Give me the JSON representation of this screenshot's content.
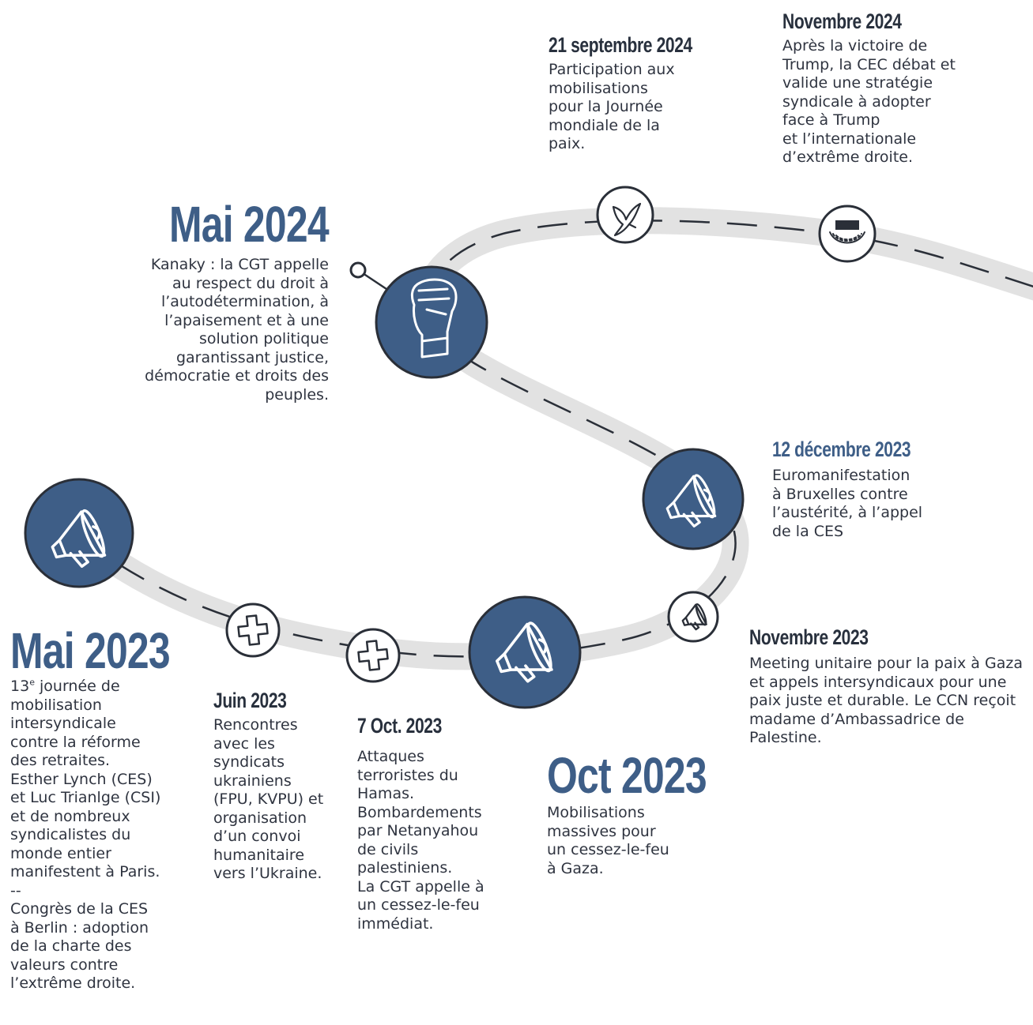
{
  "colors": {
    "road": "#e2e2e2",
    "dash": "#2a2f38",
    "accent_blue": "#3e5e87",
    "text": "#2f3440"
  },
  "events": {
    "sep2024": {
      "date": "21 septembre 2024",
      "text": "Participation aux\nmobilisations\npour la Journée\nmondiale de la\npaix.",
      "icon": "dove-icon"
    },
    "nov2024": {
      "date": "Novembre 2024",
      "text": "Après la victoire de\nTrump, la CEC débat et\nvalide une stratégie\nsyndicale à adopter\nface à Trump\net l’internationale\nd’extrême droite.",
      "icon": "parliament-icon"
    },
    "mai2024": {
      "date": "Mai 2024",
      "text": "Kanaky : la CGT appelle\nau respect du droit à\nl’autodétermination, à\nl’apaisement et à une\nsolution politique\ngarantissant justice,\ndémocratie et droits des\npeuples.",
      "icon": "raised-fist-icon"
    },
    "dec2023": {
      "date": "12 décembre 2023",
      "text": "Euromanifestation\nà Bruxelles contre\nl’austérité, à l’appel\nde la CES",
      "icon": "megaphone-icon"
    },
    "nov2023": {
      "date": "Novembre 2023",
      "text": "Meeting unitaire pour la paix à Gaza\net appels intersyndicaux pour une\npaix juste et durable. Le CCN reçoit\nmadame d’Ambassadrice de\nPalestine.",
      "icon": "megaphone-icon"
    },
    "mai2023": {
      "date": "Mai 2023",
      "ordinal_num": "13",
      "ordinal_sup": "e",
      "text": " journée de\nmobilisation\nintersyndicale\ncontre la réforme\ndes retraites.\nEsther Lynch (CES)\net Luc Trianlge (CSI)\net de nombreux\nsyndicalistes du\nmonde entier\nmanifestent à Paris.\n--\nCongrès de la CES\nà Berlin : adoption\nde la charte des\nvaleurs contre\nl’extrême droite.",
      "icon": "megaphone-icon"
    },
    "juin2023": {
      "date": "Juin 2023",
      "text": "Rencontres\navec les\nsyndicats\nukrainiens\n(FPU, KVPU) et\norganisation\nd’un convoi\nhumanitaire\nvers l’Ukraine.",
      "icon": "medical-cross-icon"
    },
    "oct7_2023": {
      "date": "7 Oct. 2023",
      "text": "Attaques\nterroristes du\nHamas.\nBombardements\npar Netanyahou\nde civils\npalestiniens.\nLa CGT appelle à\nun cessez-le-feu\nimmédiat.",
      "icon": "medical-cross-icon"
    },
    "oct2023": {
      "date": "Oct 2023",
      "text": "Mobilisations\nmassives pour\nun cessez-le-feu\nà Gaza.",
      "icon": "megaphone-icon"
    }
  }
}
